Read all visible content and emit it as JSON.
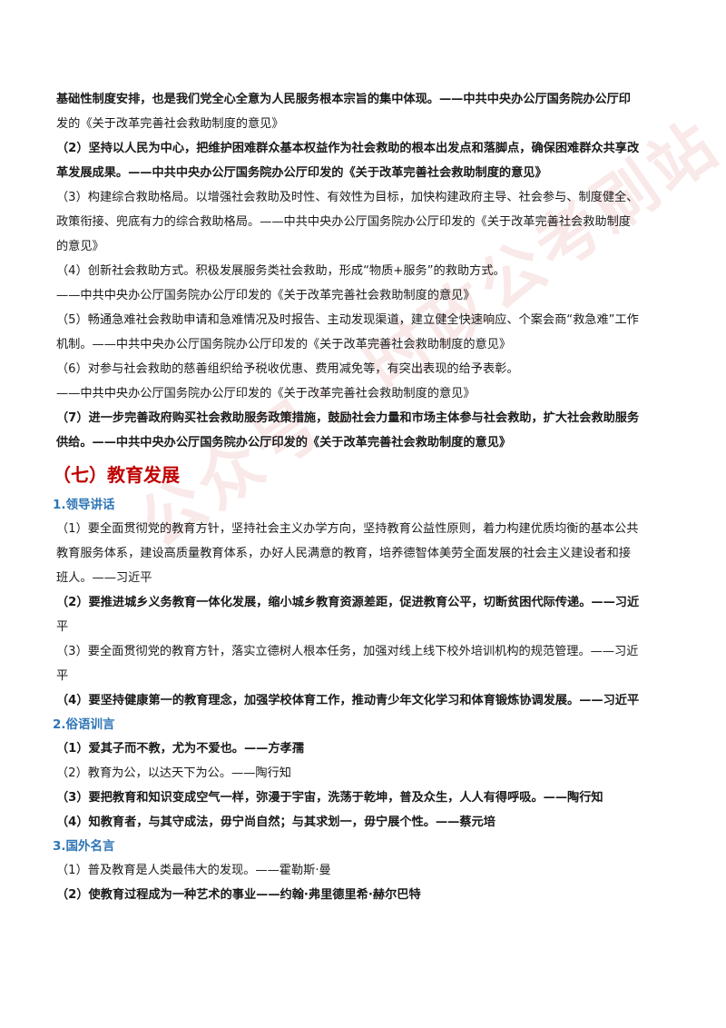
{
  "lines": [
    {
      "text": "基础性制度安排，也是我们党全心全意为人民服务根本宗旨的集中体现。——中共中央办公厅国务院办公厅印",
      "bold": true
    },
    {
      "text": "发的《关于改革完善社会救助制度的意见》",
      "bold": false
    },
    {
      "text": "（2）坚持以人民为中心，把维护困难群众基本权益作为社会救助的根本出发点和落脚点，确保困难群众共享改",
      "bold": true
    },
    {
      "text": "革发展成果。——中共中央办公厅国务院办公厅印发的《关于改革完善社会救助制度的意见》",
      "bold": true
    },
    {
      "text": "（3）构建综合救助格局。以增强社会救助及时性、有效性为目标，加快构建政府主导、社会参与、制度健全、",
      "bold": false
    },
    {
      "text": "政策衔接、兜底有力的综合救助格局。——中共中央办公厅国务院办公厅印发的《关于改革完善社会救助制度",
      "bold": false
    },
    {
      "text": "的意见》",
      "bold": false
    },
    {
      "text": "（4）创新社会救助方式。积极发展服务类社会救助，形成“物质+服务”的救助方式。",
      "bold": false
    },
    {
      "text": "——中共中央办公厅国务院办公厅印发的《关于改革完善社会救助制度的意见》",
      "bold": false
    },
    {
      "text": "（5）畅通急难社会救助申请和急难情况及时报告、主动发现渠道，建立健全快速响应、个案会商“救急难”工作",
      "bold": false
    },
    {
      "text": "机制。——中共中央办公厅国务院办公厅印发的《关于改革完善社会救助制度的意见》",
      "bold": false
    },
    {
      "text": "（6）对参与社会救助的慈善组织给予税收优惠、费用减免等，有突出表现的给予表彰。",
      "bold": false
    },
    {
      "text": "——中共中央办公厅国务院办公厅印发的《关于改革完善社会救助制度的意见》",
      "bold": false
    },
    {
      "text": "（7）进一步完善政府购买社会救助服务政策措施，鼓励社会力量和市场主体参与社会救助，扩大社会救助服务",
      "bold": true
    },
    {
      "text": "供给。——中共中央办公厅国务院办公厅印发的《关于改革完善社会救助制度的意见》",
      "bold": true
    }
  ],
  "section_title": "（七）教育发展",
  "sub1": {
    "title": "1.领导讲话",
    "lines": [
      {
        "text": "（1）要全面贯彻党的教育方针，坚持社会主义办学方向，坚持教育公益性原则，着力构建优质均衡的基本公共",
        "bold": false
      },
      {
        "text": "教育服务体系，建设高质量教育体系，办好人民满意的教育，培养德智体美劳全面发展的社会主义建设者和接",
        "bold": false
      },
      {
        "text": "班人。——习近平",
        "bold": false
      },
      {
        "text": "（2）要推进城乡义务教育一体化发展，缩小城乡教育资源差距，促进教育公平，切断贫困代际传递。——习近",
        "bold": true
      },
      {
        "text": "平",
        "bold": false
      },
      {
        "text": "（3）要全面贯彻党的教育方针，落实立德树人根本任务，加强对线上线下校外培训机构的规范管理。——习近",
        "bold": false
      },
      {
        "text": "平",
        "bold": false
      },
      {
        "text": "（4）要坚持健康第一的教育理念，加强学校体育工作，推动青少年文化学习和体育锻炼协调发展。——习近平",
        "bold": true
      }
    ]
  },
  "sub2": {
    "title": "2.俗语训言",
    "lines": [
      {
        "text": "（1）爱其子而不教，尤为不爱也。——方孝孺",
        "bold": true
      },
      {
        "text": "（2）教育为公，以达天下为公。——陶行知",
        "bold": false
      },
      {
        "text": "（3）要把教育和知识变成空气一样，弥漫于宇宙，洗荡于乾坤，普及众生，人人有得呼吸。——陶行知",
        "bold": true
      },
      {
        "text": "（4）知教育者，与其守成法，毋宁尚自然；与其求划一，毋宁展个性。——蔡元培",
        "bold": true
      }
    ]
  },
  "sub3": {
    "title": "3.国外名言",
    "lines": [
      {
        "text": "（1）普及教育是人类最伟大的发现。——霍勒斯·曼",
        "bold": false
      },
      {
        "text": "（2）使教育过程成为一种艺术的事业——约翰·弗里德里希·赫尔巴特",
        "bold": true
      }
    ]
  },
  "watermark": "公众号：时政公考刷站"
}
